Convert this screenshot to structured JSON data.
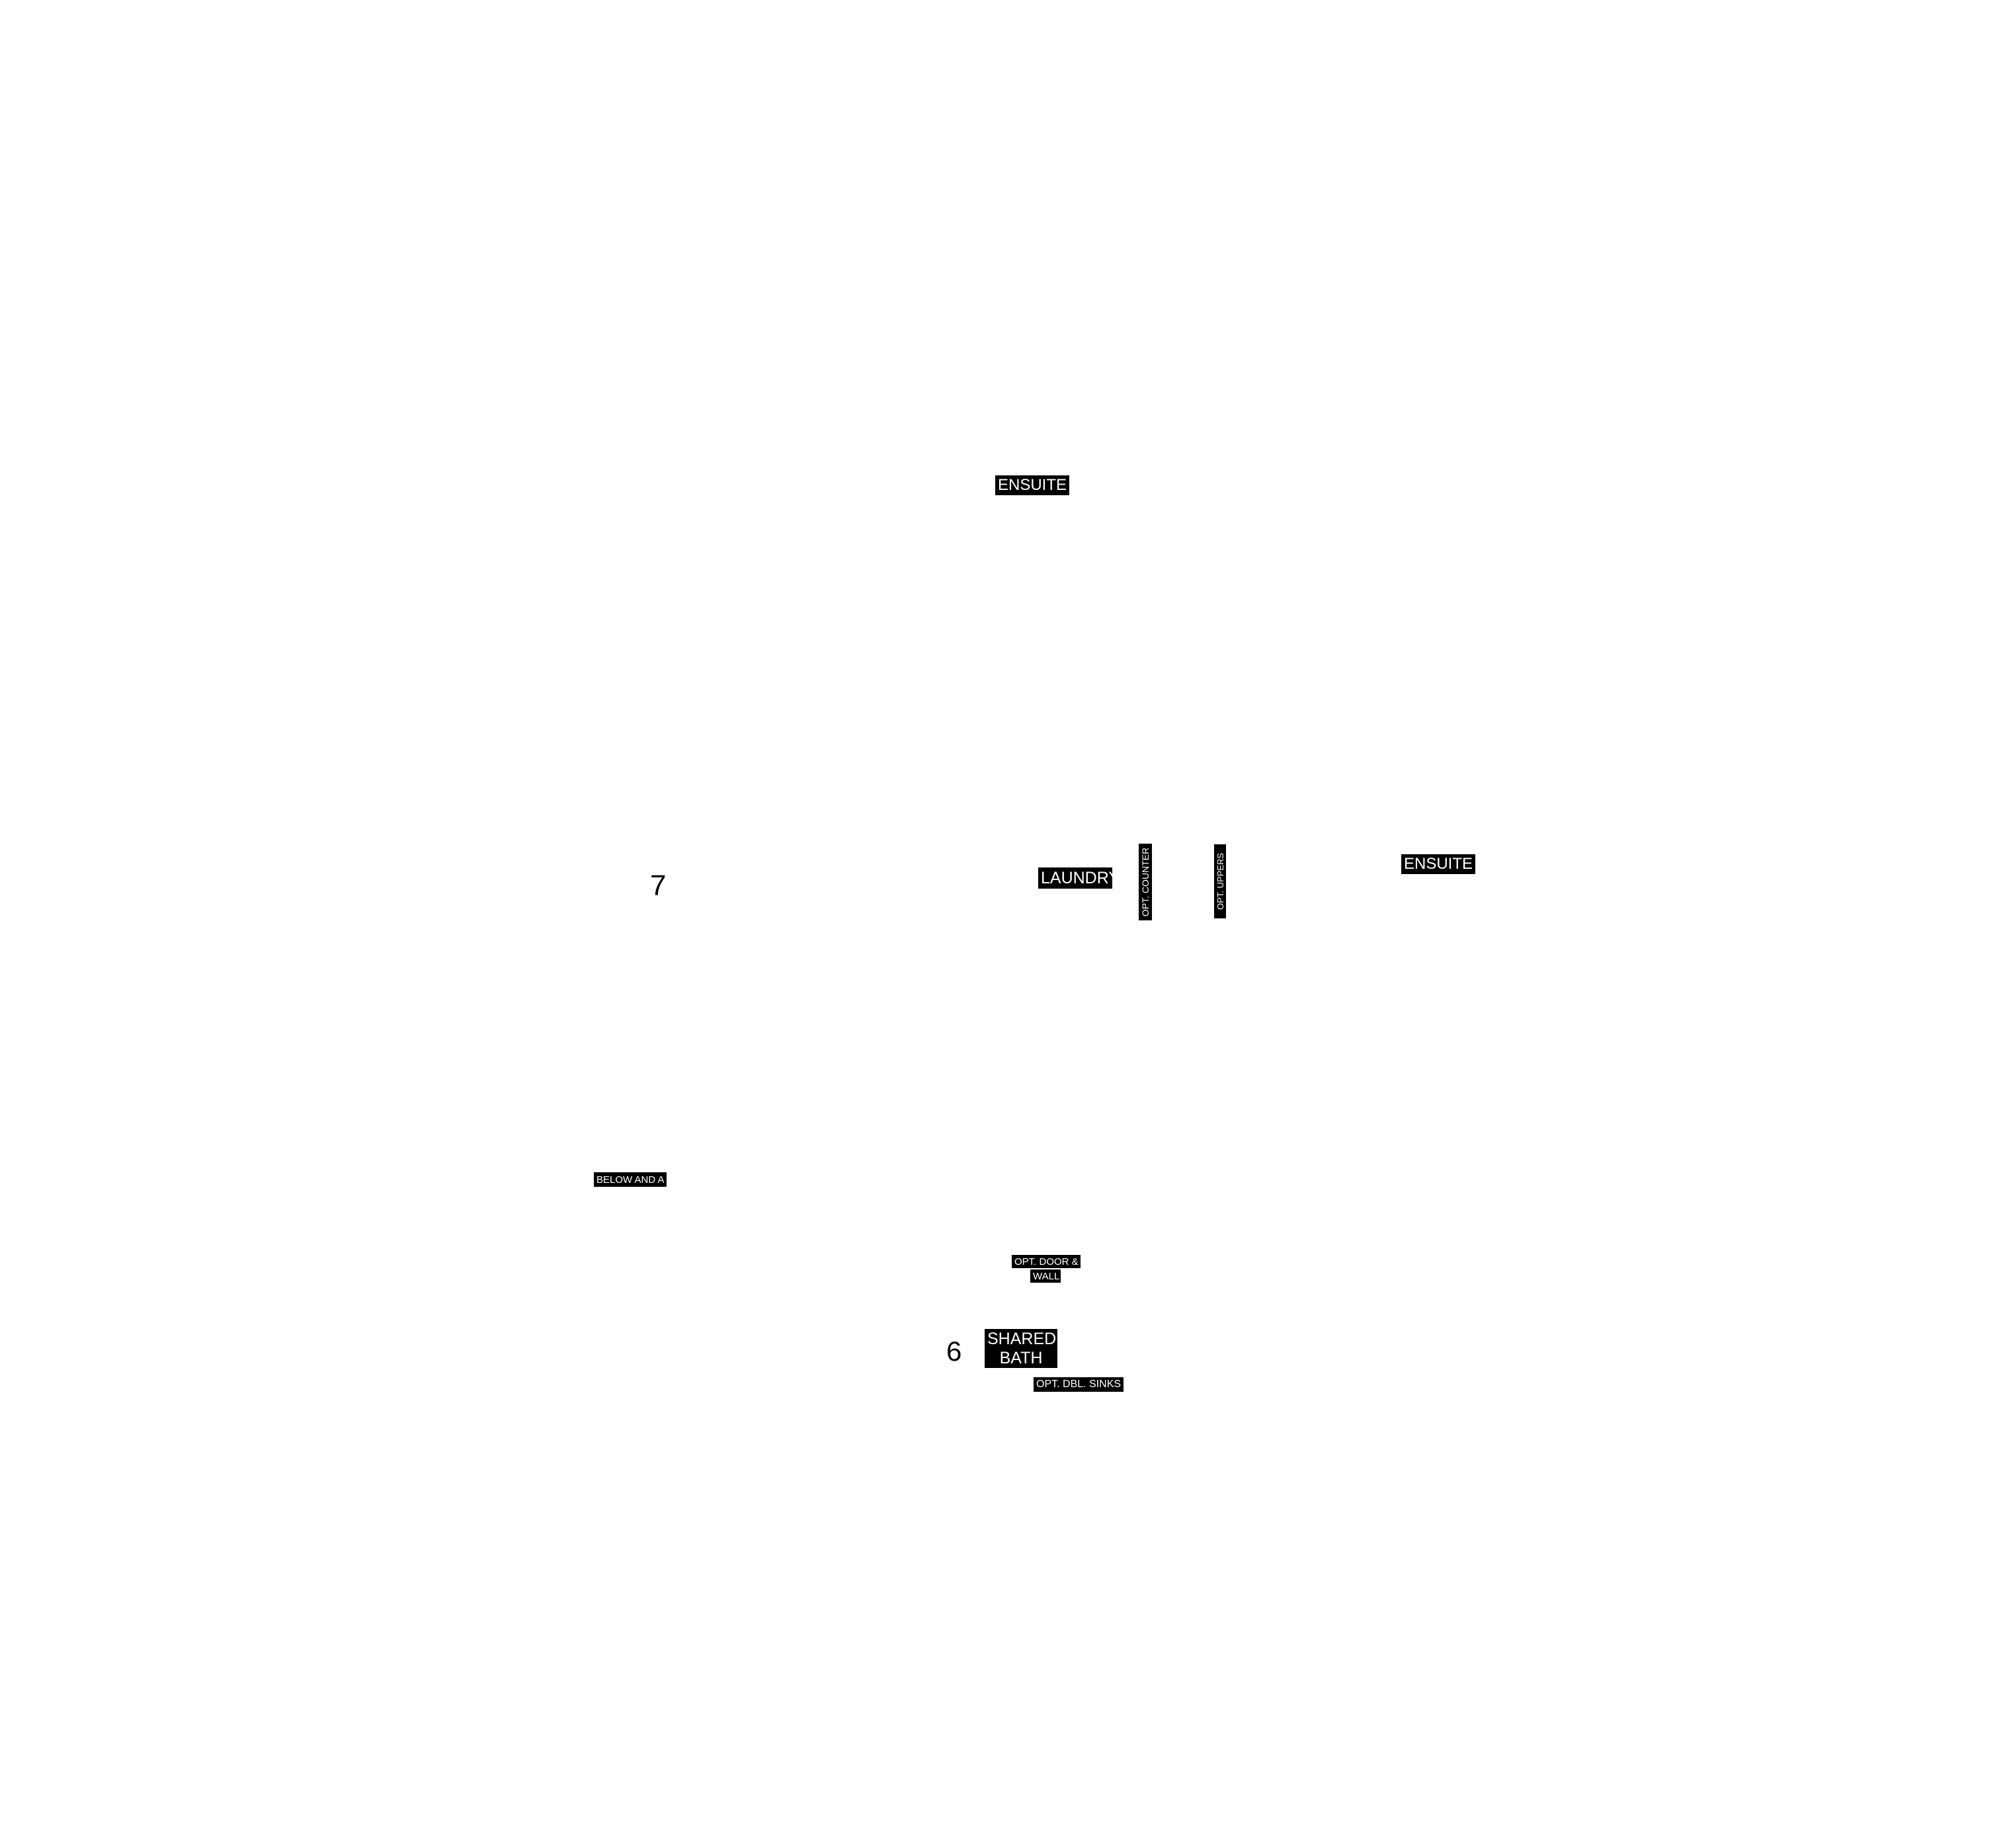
{
  "labels": {
    "ensuite_top": "ENSUITE",
    "ensuite_right": "ENSUITE",
    "laundry": "LAUNDRY",
    "opt_counter": "OPT. COUNTER",
    "opt_uppers": "OPT. UPPERS",
    "below_and_a": "BELOW AND A",
    "opt_door_line1": "OPT. DOOR &",
    "opt_door_line2": "WALL",
    "shared_bath_line1": "SHARED",
    "shared_bath_line2": "BATH",
    "opt_dbl_sinks": "OPT. DBL. SINKS"
  },
  "room_numbers": {
    "seven": "7",
    "six": "6"
  },
  "colors": {
    "background": "#ffffff",
    "label_bg": "#000000",
    "label_text": "#ffffff"
  }
}
